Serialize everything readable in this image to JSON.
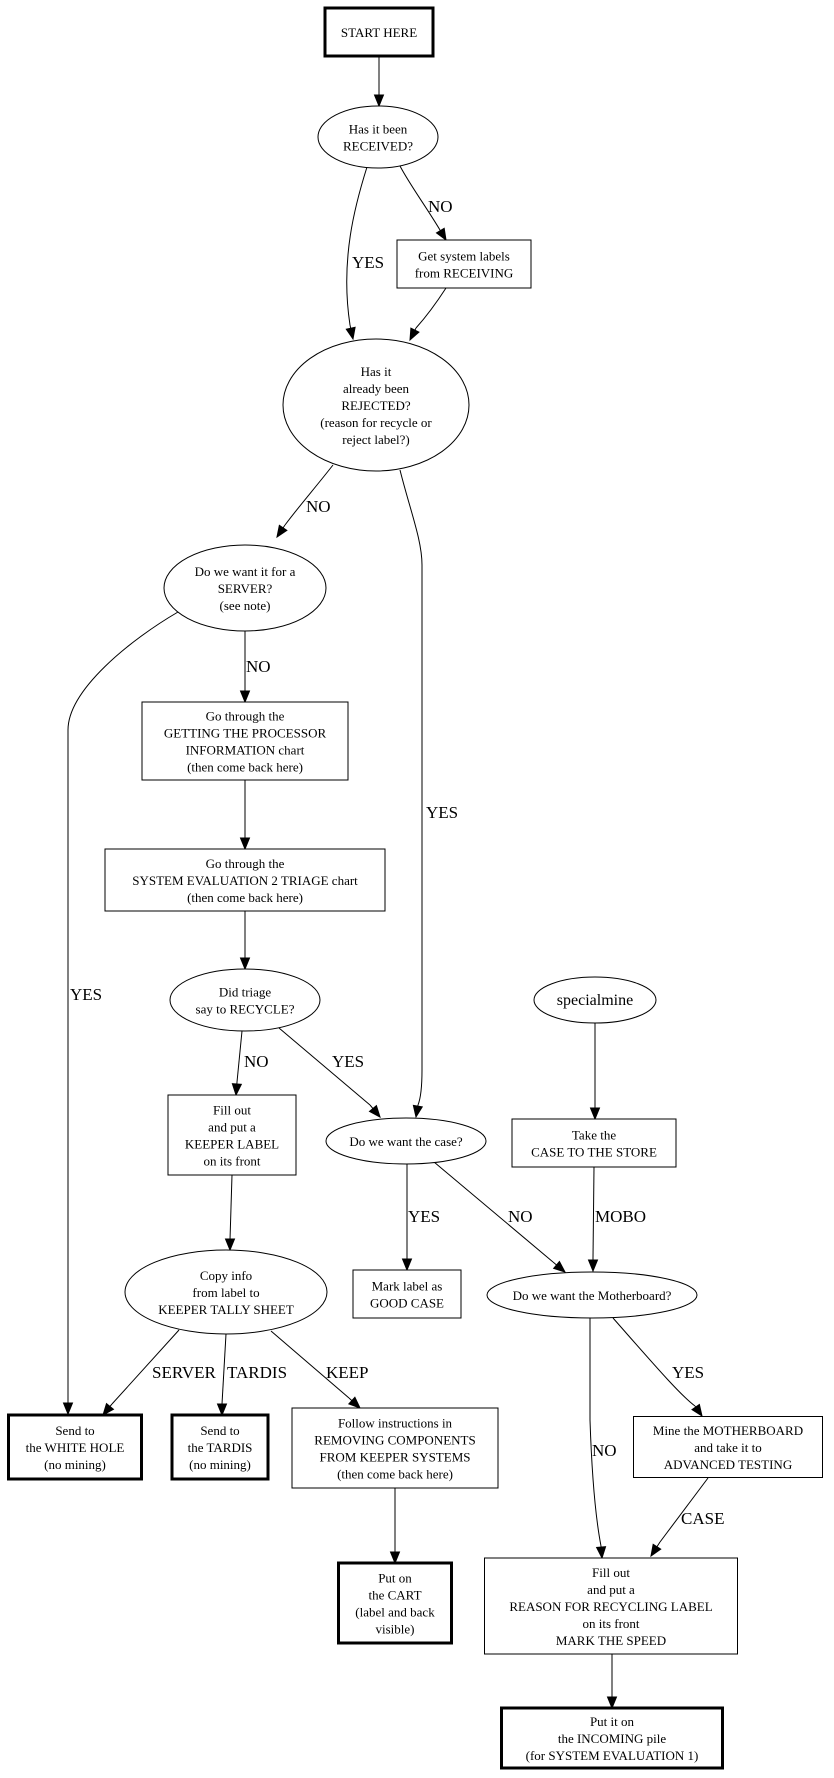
{
  "diagram": {
    "type": "flowchart",
    "nodes": [
      {
        "id": "start",
        "shape": "box",
        "style": "bold",
        "lines": [
          "START HERE"
        ]
      },
      {
        "id": "received",
        "shape": "ellipse",
        "lines": [
          "Has it been",
          "RECEIVED?"
        ]
      },
      {
        "id": "get_labels",
        "shape": "box",
        "lines": [
          "Get system labels",
          "from RECEIVING"
        ]
      },
      {
        "id": "rejected",
        "shape": "ellipse",
        "lines": [
          "Has it",
          "already been",
          "REJECTED?",
          "(reason for recycle or",
          "reject label?)"
        ]
      },
      {
        "id": "server",
        "shape": "ellipse",
        "lines": [
          "Do we want it for a",
          "SERVER?",
          "(see note)"
        ]
      },
      {
        "id": "processor",
        "shape": "box",
        "lines": [
          "Go through the",
          "GETTING THE PROCESSOR",
          "INFORMATION chart",
          "(then come back here)"
        ]
      },
      {
        "id": "syseval",
        "shape": "box",
        "lines": [
          "Go through the",
          "SYSTEM EVALUATION 2 TRIAGE chart",
          "(then come back here)"
        ]
      },
      {
        "id": "triage",
        "shape": "ellipse",
        "lines": [
          "Did triage",
          "say to RECYCLE?"
        ]
      },
      {
        "id": "keeper_label",
        "shape": "box",
        "lines": [
          "Fill out",
          "and put a",
          "KEEPER LABEL",
          "on its front"
        ]
      },
      {
        "id": "want_case",
        "shape": "ellipse",
        "lines": [
          "Do we want the case?"
        ]
      },
      {
        "id": "specialmine",
        "shape": "ellipse",
        "lines": [
          "specialmine"
        ],
        "big": true
      },
      {
        "id": "case_store",
        "shape": "box",
        "lines": [
          "Take the",
          "CASE TO THE STORE"
        ]
      },
      {
        "id": "good_case",
        "shape": "box",
        "lines": [
          "Mark label as",
          "GOOD CASE"
        ]
      },
      {
        "id": "want_mobo",
        "shape": "ellipse",
        "lines": [
          "Do we want the Motherboard?"
        ]
      },
      {
        "id": "copy_info",
        "shape": "ellipse",
        "lines": [
          "Copy info",
          "from label to",
          "KEEPER TALLY SHEET"
        ]
      },
      {
        "id": "white_hole",
        "shape": "box",
        "style": "bold",
        "lines": [
          "Send to",
          "the WHITE HOLE",
          "(no mining)"
        ]
      },
      {
        "id": "tardis",
        "shape": "box",
        "style": "bold",
        "lines": [
          "Send to",
          "the TARDIS",
          "(no mining)"
        ]
      },
      {
        "id": "follow",
        "shape": "box",
        "lines": [
          "Follow instructions in",
          "REMOVING COMPONENTS",
          "FROM KEEPER SYSTEMS",
          "(then come back here)"
        ]
      },
      {
        "id": "mine_mobo",
        "shape": "box",
        "lines": [
          "Mine the MOTHERBOARD",
          "and take it to",
          "ADVANCED TESTING"
        ]
      },
      {
        "id": "cart",
        "shape": "box",
        "style": "bold",
        "lines": [
          "Put on",
          "the CART",
          "(label and back",
          "visible)"
        ]
      },
      {
        "id": "reason",
        "shape": "box",
        "lines": [
          "Fill out",
          "and put a",
          "REASON FOR RECYCLING LABEL",
          "on its front",
          "MARK THE SPEED"
        ]
      },
      {
        "id": "incoming",
        "shape": "box",
        "style": "bold",
        "lines": [
          "Put it on",
          "the INCOMING pile",
          "(for SYSTEM EVALUATION 1)"
        ]
      }
    ],
    "edges": [
      {
        "from": "start",
        "to": "received",
        "label": ""
      },
      {
        "from": "received",
        "to": "get_labels",
        "label": "NO"
      },
      {
        "from": "received",
        "to": "rejected",
        "label": "YES"
      },
      {
        "from": "get_labels",
        "to": "rejected",
        "label": ""
      },
      {
        "from": "rejected",
        "to": "server",
        "label": "NO"
      },
      {
        "from": "rejected",
        "to": "want_case",
        "label": "YES"
      },
      {
        "from": "server",
        "to": "processor",
        "label": "NO"
      },
      {
        "from": "server",
        "to": "white_hole",
        "label": "YES"
      },
      {
        "from": "processor",
        "to": "syseval",
        "label": ""
      },
      {
        "from": "syseval",
        "to": "triage",
        "label": ""
      },
      {
        "from": "triage",
        "to": "keeper_label",
        "label": "NO"
      },
      {
        "from": "triage",
        "to": "want_case",
        "label": "YES"
      },
      {
        "from": "specialmine",
        "to": "case_store",
        "label": ""
      },
      {
        "from": "case_store",
        "to": "want_mobo",
        "label": "MOBO"
      },
      {
        "from": "want_case",
        "to": "good_case",
        "label": "YES"
      },
      {
        "from": "want_case",
        "to": "want_mobo",
        "label": "NO"
      },
      {
        "from": "keeper_label",
        "to": "copy_info",
        "label": ""
      },
      {
        "from": "copy_info",
        "to": "white_hole",
        "label": "SERVER"
      },
      {
        "from": "copy_info",
        "to": "tardis",
        "label": "TARDIS"
      },
      {
        "from": "copy_info",
        "to": "follow",
        "label": "KEEP"
      },
      {
        "from": "want_mobo",
        "to": "mine_mobo",
        "label": "YES"
      },
      {
        "from": "want_mobo",
        "to": "reason",
        "label": "NO"
      },
      {
        "from": "mine_mobo",
        "to": "reason",
        "label": "CASE"
      },
      {
        "from": "follow",
        "to": "cart",
        "label": ""
      },
      {
        "from": "reason",
        "to": "incoming",
        "label": ""
      }
    ]
  }
}
